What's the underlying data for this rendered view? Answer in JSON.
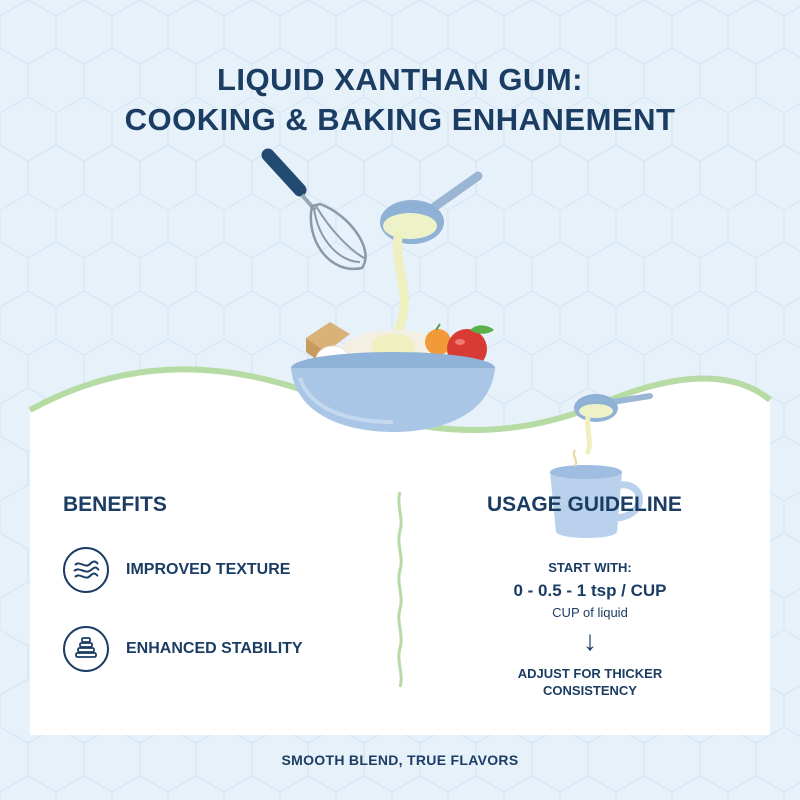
{
  "title": {
    "line1": "LIQUID XANTHAN GUM:",
    "line2": "COOKING & BAKING ENHANEMENT"
  },
  "illustration": {
    "items": [
      "whisk-icon",
      "measuring-scoop-icon",
      "mixing-bowl-icon",
      "apple-icon",
      "orange-icon",
      "egg-icon",
      "butter-icon",
      "cup-icon"
    ]
  },
  "benefits": {
    "heading": "BENEFITS",
    "items": [
      {
        "label": "IMPROVED TEXTURE",
        "icon": "texture-waves-icon"
      },
      {
        "label": "ENHANCED STABILITY",
        "icon": "stacked-layers-icon"
      }
    ]
  },
  "usage": {
    "heading": "USAGE GUIDELINE",
    "start_label": "START WITH:",
    "amount": "0 - 0.5 - 1 tsp / CUP",
    "unit_note": "CUP of liquid",
    "arrow": "↓",
    "adjust_line1": "ADJUST FOR THICKER",
    "adjust_line2": "CONSISTENCY"
  },
  "footer": {
    "tagline": "SMOOTH BLEND, TRUE FLAVORS"
  },
  "colors": {
    "background": "#e6f1fa",
    "navy": "#1b3d63",
    "accent_green": "#b7dba4",
    "bowl_blue": "#a9c6e6",
    "panel": "#ffffff"
  }
}
